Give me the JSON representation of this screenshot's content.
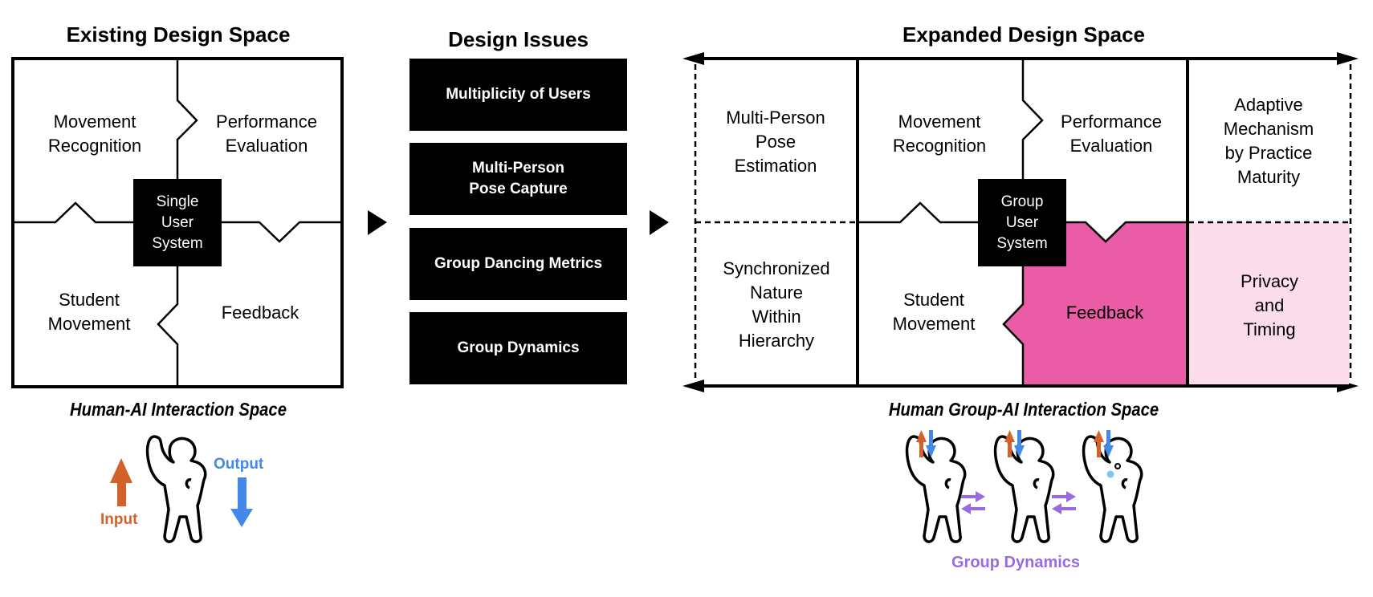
{
  "colors": {
    "feedback_highlight": "#EA5DA6",
    "privacy_highlight": "#FADCEB",
    "input_arrow": "#D4612A",
    "output_arrow": "#4389EC",
    "group_dynamics": "#9A6BE0",
    "sweat_drop": "#7CC8F0"
  },
  "existing": {
    "title": "Existing Design Space",
    "subtitle": "Human-AI Interaction Space",
    "center": "Single\nUser\nSystem",
    "cells": {
      "movement_recognition": "Movement\nRecognition",
      "performance_evaluation": "Performance\nEvaluation",
      "student_movement": "Student\nMovement",
      "feedback": "Feedback"
    },
    "input_label": "Input",
    "output_label": "Output"
  },
  "issues": {
    "title": "Design Issues",
    "items": [
      "Multiplicity of Users",
      "Multi-Person\nPose Capture",
      "Group Dancing Metrics",
      "Group Dynamics"
    ]
  },
  "expanded": {
    "title": "Expanded Design Space",
    "subtitle": "Human Group-AI Interaction Space",
    "center": "Group\nUser\nSystem",
    "cells": {
      "multi_person_pose": "Multi-Person\nPose\nEstimation",
      "synchronized_nature": "Synchronized\nNature\nWithin\nHierarchy",
      "movement_recognition": "Movement\nRecognition",
      "performance_evaluation": "Performance\nEvaluation",
      "student_movement": "Student\nMovement",
      "feedback": "Feedback",
      "adaptive_mechanism": "Adaptive\nMechanism\nby Practice\nMaturity",
      "privacy_timing": "Privacy\nand\nTiming"
    },
    "group_dynamics_label": "Group Dynamics"
  }
}
